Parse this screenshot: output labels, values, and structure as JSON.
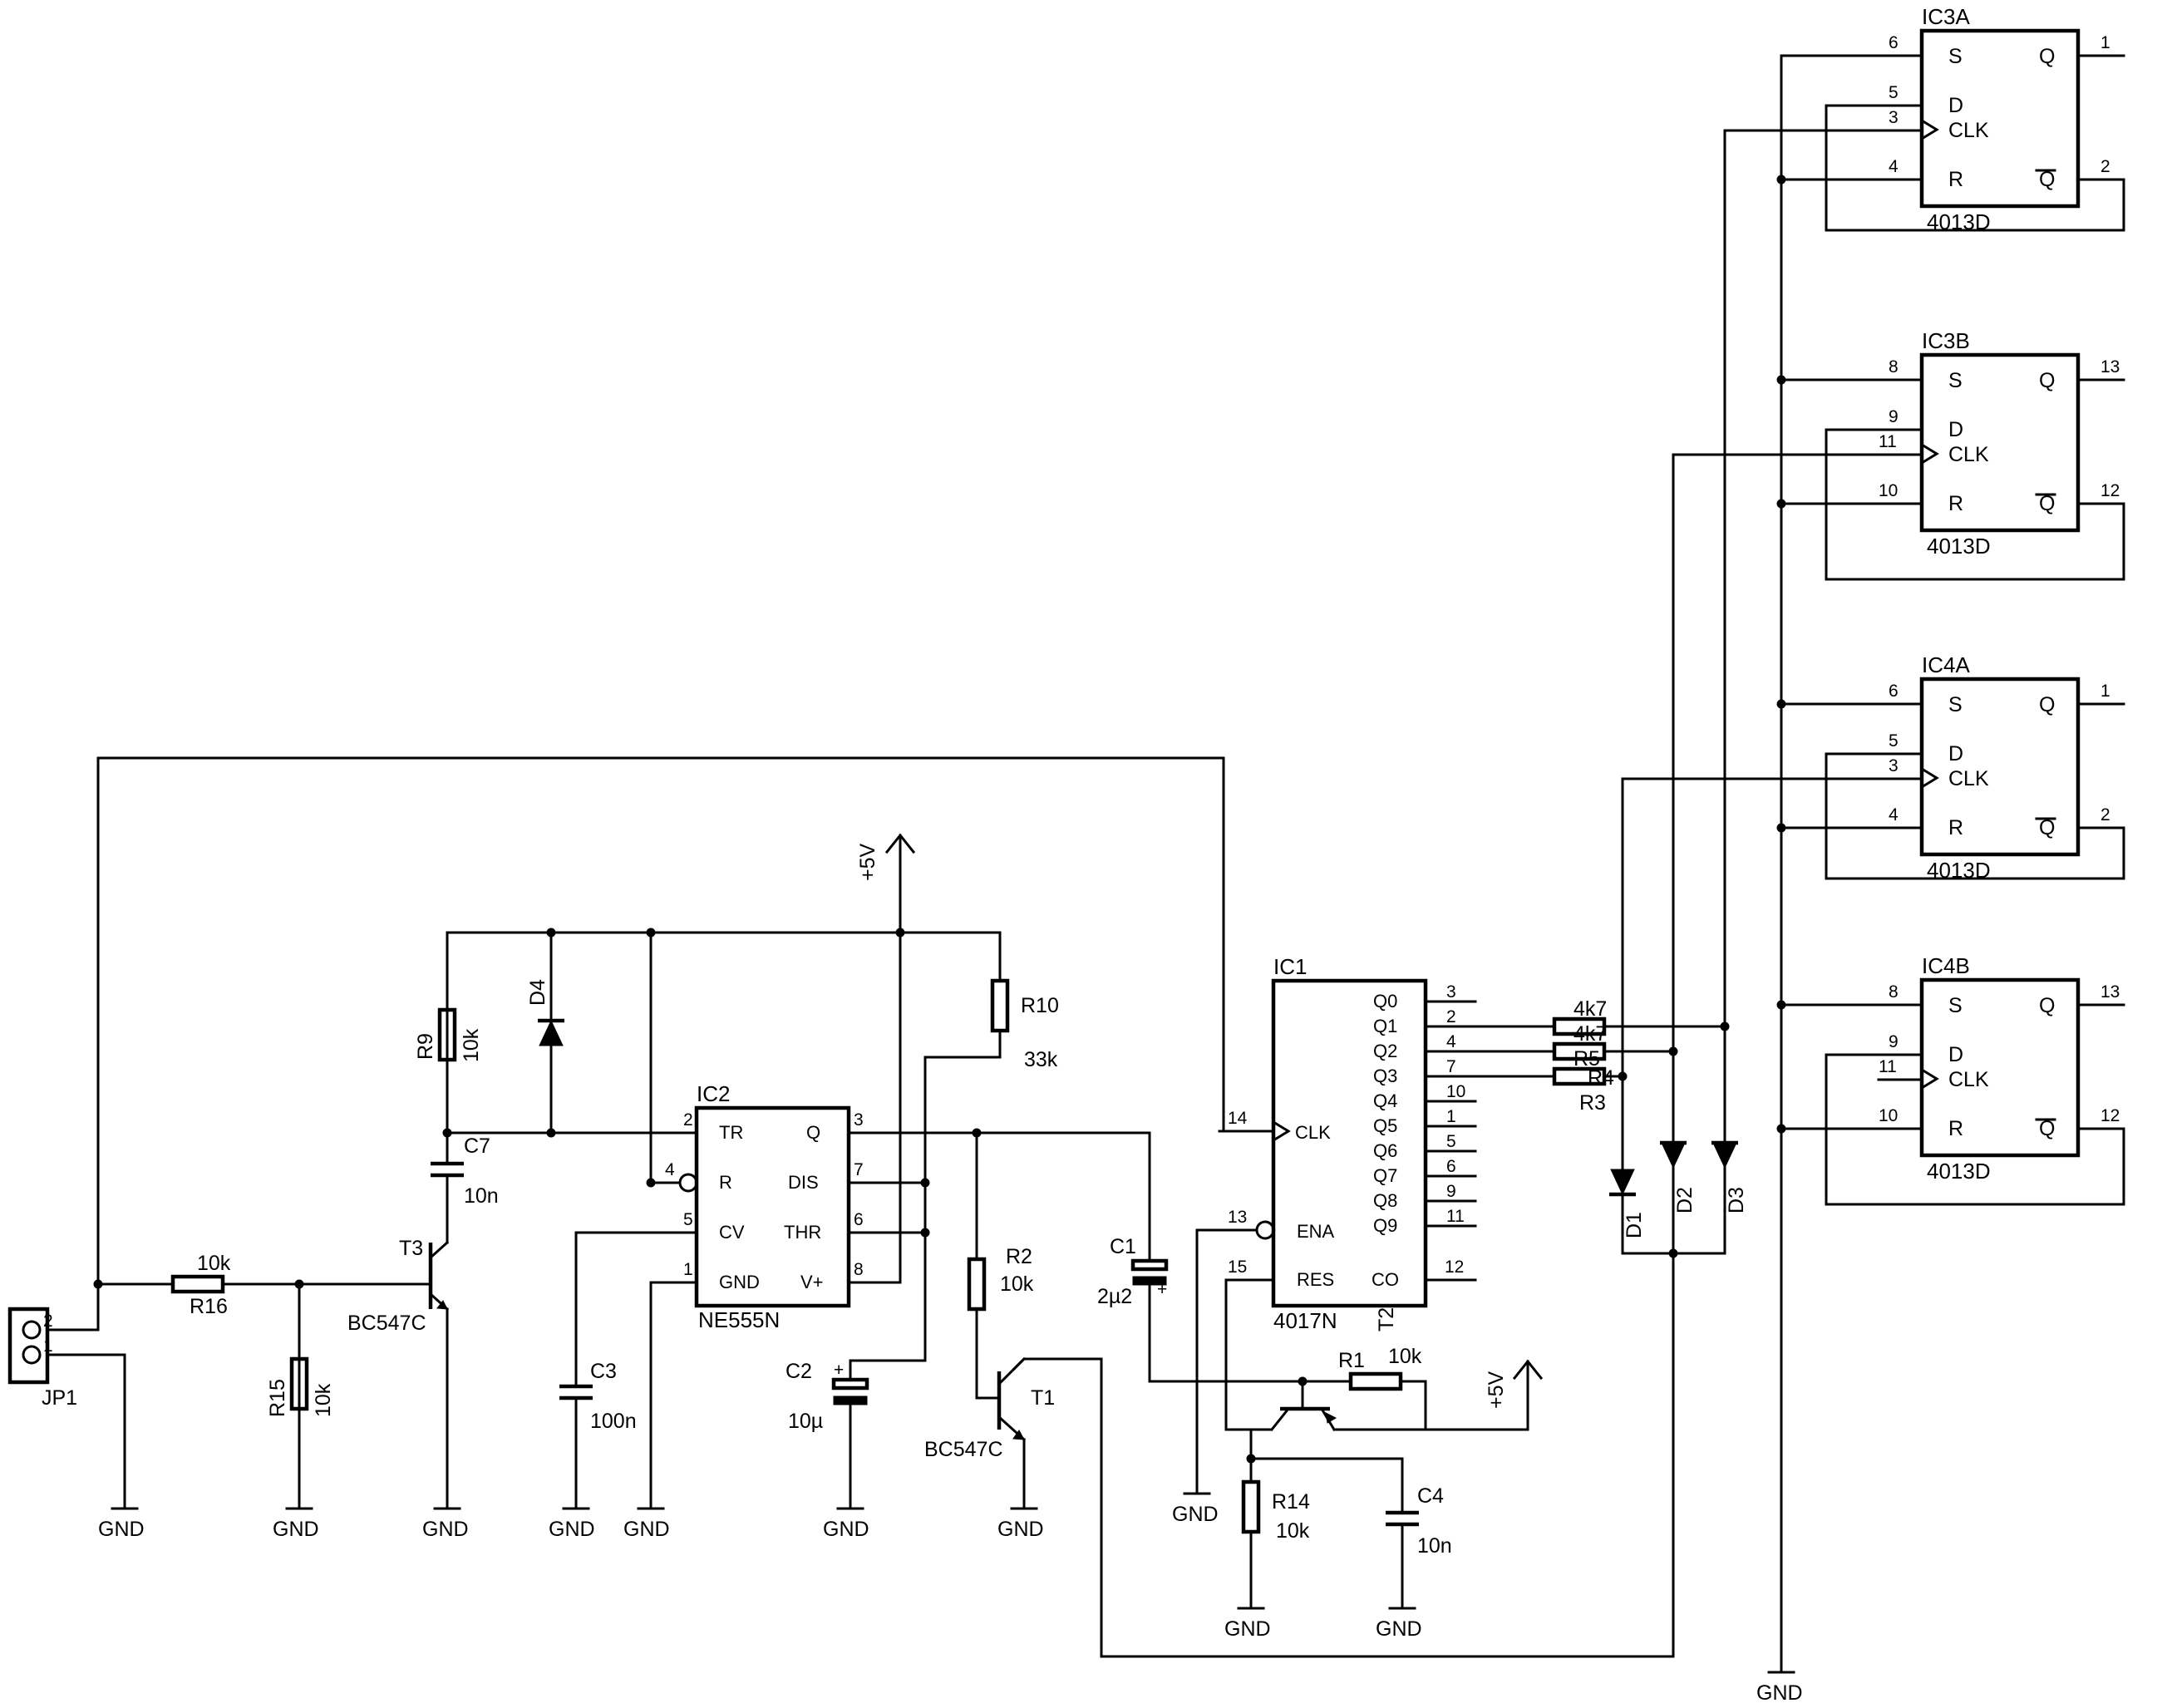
{
  "ff": [
    {
      "name": "IC3A",
      "type": "4013D",
      "s": "6",
      "d": "5",
      "clk": "3",
      "r": "4",
      "q": "1",
      "qb": "2"
    },
    {
      "name": "IC3B",
      "type": "4013D",
      "s": "8",
      "d": "9",
      "clk": "11",
      "r": "10",
      "q": "13",
      "qb": "12"
    },
    {
      "name": "IC4A",
      "type": "4013D",
      "s": "6",
      "d": "5",
      "clk": "3",
      "r": "4",
      "q": "1",
      "qb": "2"
    },
    {
      "name": "IC4B",
      "type": "4013D",
      "s": "8",
      "d": "9",
      "clk": "11",
      "r": "10",
      "q": "13",
      "qb": "12"
    }
  ],
  "ff_pins": {
    "s": "S",
    "q": "Q",
    "d": "D",
    "clk": "CLK",
    "r": "R",
    "qb": "Q"
  },
  "ic1": {
    "name": "IC1",
    "type": "4017N",
    "outputs": [
      {
        "label": "Q0",
        "num": "3"
      },
      {
        "label": "Q1",
        "num": "2"
      },
      {
        "label": "Q2",
        "num": "4"
      },
      {
        "label": "Q3",
        "num": "7"
      },
      {
        "label": "Q4",
        "num": "10"
      },
      {
        "label": "Q5",
        "num": "1"
      },
      {
        "label": "Q6",
        "num": "5"
      },
      {
        "label": "Q7",
        "num": "6"
      },
      {
        "label": "Q8",
        "num": "9"
      },
      {
        "label": "Q9",
        "num": "11"
      }
    ],
    "clk": {
      "label": "CLK",
      "num": "14"
    },
    "ena": {
      "label": "ENA",
      "num": "13"
    },
    "res": {
      "label": "RES",
      "num": "15"
    },
    "co": {
      "label": "CO",
      "num": "12"
    }
  },
  "ic2": {
    "name": "IC2",
    "type": "NE555N",
    "pins": [
      {
        "label": "TR",
        "num": "2"
      },
      {
        "label": "R",
        "num": "4"
      },
      {
        "label": "CV",
        "num": "5"
      },
      {
        "label": "GND",
        "num": "1"
      },
      {
        "label": "Q",
        "num": "3"
      },
      {
        "label": "DIS",
        "num": "7"
      },
      {
        "label": "THR",
        "num": "6"
      },
      {
        "label": "V+",
        "num": "8"
      }
    ]
  },
  "parts": {
    "r1": {
      "name": "R1",
      "value": "10k"
    },
    "r2": {
      "name": "R2",
      "value": "10k"
    },
    "r3": {
      "name": "R3",
      "value": "4k7"
    },
    "r4": {
      "name": "R4",
      "value": "4k7"
    },
    "r5": {
      "name": "R5",
      "value": "4k7"
    },
    "r9": {
      "name": "R9",
      "value": "10k"
    },
    "r10": {
      "name": "R10",
      "value": "33k"
    },
    "r14": {
      "name": "R14",
      "value": "10k"
    },
    "r15": {
      "name": "R15",
      "value": "10k"
    },
    "r16": {
      "name": "R16",
      "value": "10k"
    },
    "c1": {
      "name": "C1",
      "value": "2µ2"
    },
    "c2": {
      "name": "C2",
      "value": "10µ"
    },
    "c3": {
      "name": "C3",
      "value": "100n"
    },
    "c4": {
      "name": "C4",
      "value": "10n"
    },
    "c7": {
      "name": "C7",
      "value": "10n"
    },
    "t1": {
      "name": "T1",
      "type": "BC547C"
    },
    "t2": {
      "name": "T2"
    },
    "t3": {
      "name": "T3",
      "type": "BC547C"
    },
    "d1": {
      "name": "D1"
    },
    "d2": {
      "name": "D2"
    },
    "d3": {
      "name": "D3"
    },
    "d4": {
      "name": "D4"
    },
    "jp1": {
      "name": "JP1",
      "pin1": "1",
      "pin2": "2"
    }
  },
  "power": {
    "vcc": "+5V",
    "gnd": "GND"
  },
  "polarity": "+"
}
